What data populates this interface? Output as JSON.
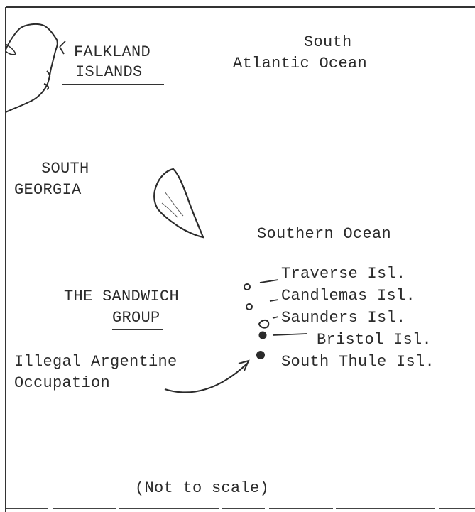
{
  "labels": {
    "falkland_line1": "FALKLAND",
    "falkland_line2": "ISLANDS",
    "atlantic_line1": "South",
    "atlantic_line2": "Atlantic Ocean",
    "south_georgia_line1": "SOUTH",
    "south_georgia_line2": "GEORGIA",
    "southern_ocean": "Southern Ocean",
    "sandwich_line1": "THE SANDWICH",
    "sandwich_line2": "GROUP",
    "occupation_line1": "Illegal Argentine",
    "occupation_line2": "Occupation",
    "scale_note": "(Not to scale)"
  },
  "islands": [
    {
      "name": "Traverse Isl."
    },
    {
      "name": "Candlemas Isl."
    },
    {
      "name": "Saunders Isl."
    },
    {
      "name": "Bristol Isl."
    },
    {
      "name": "South Thule Isl."
    }
  ],
  "colors": {
    "ink": "#2b2b2b",
    "paper": "#ffffff"
  }
}
